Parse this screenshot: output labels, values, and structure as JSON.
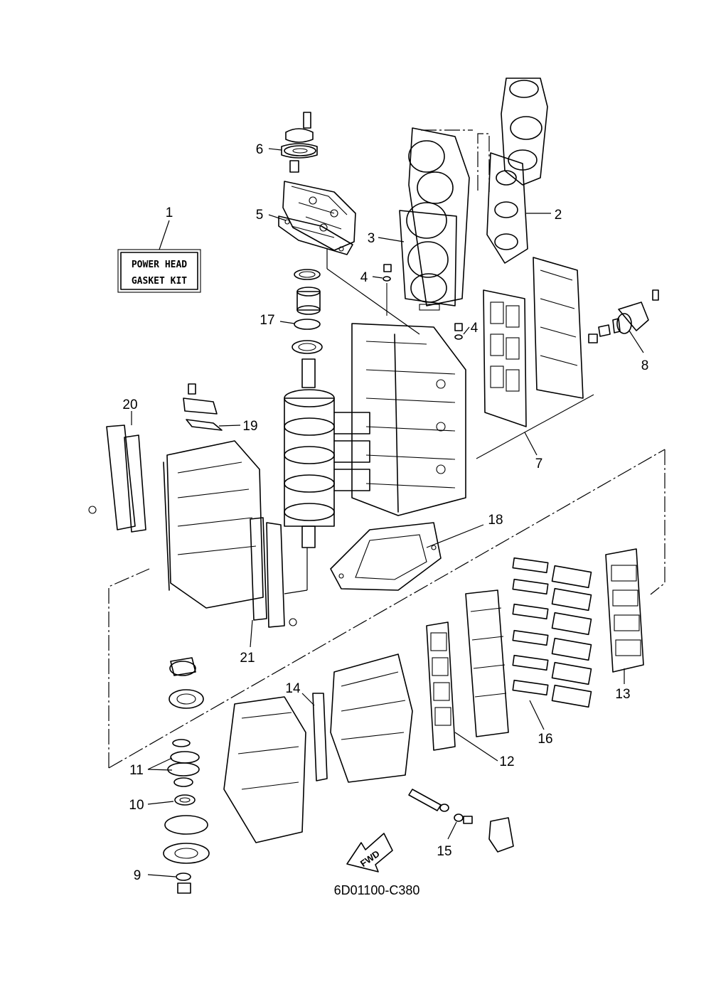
{
  "callouts": {
    "c1": "1",
    "c2": "2",
    "c3": "3",
    "c4a": "4",
    "c4b": "4",
    "c5": "5",
    "c6": "6",
    "c7": "7",
    "c8": "8",
    "c9": "9",
    "c10": "10",
    "c11": "11",
    "c12": "12",
    "c13": "13",
    "c14": "14",
    "c15": "15",
    "c16": "16",
    "c17": "17",
    "c18": "18",
    "c19": "19",
    "c20": "20",
    "c21": "21"
  },
  "kit_label": {
    "line1": "POWER HEAD",
    "line2": "GASKET KIT"
  },
  "fwd_arrow": {
    "label": "FWD"
  },
  "diagram_code": "6D01100-C380"
}
